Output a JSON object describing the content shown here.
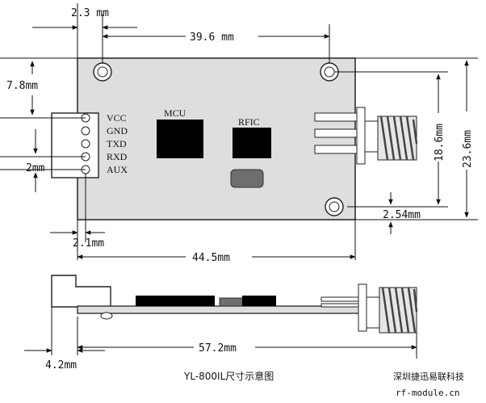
{
  "dimensions": {
    "hole_offset_top": "2.3 mm",
    "hole_spacing": "39.6 mm",
    "header_offset": "7.8mm",
    "pin_pitch": "2mm",
    "height_inner": "18.6mm",
    "height_total": "23.6mm",
    "hole_offset_side": "2.54mm",
    "header_edge": "2.1mm",
    "board_length": "44.5mm",
    "total_length": "57.2mm",
    "side_offset": "4.2mm"
  },
  "pins": [
    "VCC",
    "GND",
    "TXD",
    "RXD",
    "AUX"
  ],
  "chips": {
    "mcu": "MCU",
    "rfic": "RFIC"
  },
  "caption": "YL-800IL尺寸示意图",
  "brand": {
    "name": "深圳捷迅易联科技",
    "website": "rf-module.cn"
  }
}
